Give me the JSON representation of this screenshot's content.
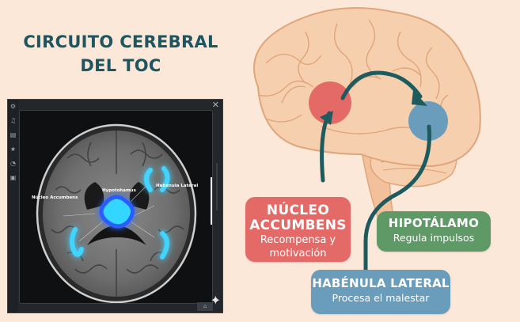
{
  "title": {
    "line1": "CIRCUITO CEREBRAL",
    "line2": "DEL TOC"
  },
  "viewer": {
    "close_icon": "✕",
    "sidebar_icons": [
      {
        "name": "settings-icon",
        "glyph": "⚙"
      },
      {
        "name": "music-icon",
        "glyph": "♫"
      },
      {
        "name": "audio-icon",
        "glyph": "▤"
      },
      {
        "name": "star-icon",
        "glyph": "★"
      },
      {
        "name": "headset-icon",
        "glyph": "◔"
      },
      {
        "name": "image-icon",
        "glyph": "▣"
      }
    ],
    "bottom_button_icon": "⌂",
    "sparkle_icon": "✦",
    "labels": {
      "hypothalamus": "Hypotohamus",
      "habenula": "Habénula Lateral",
      "nucleo": "Núcleo Accumbens"
    }
  },
  "diagram": {
    "colors": {
      "nucleo": "#e46a68",
      "hipotalamo": "#5e9966",
      "habenula": "#6a9cbb",
      "arrow": "#1e5b5e",
      "brain_fill": "#f6d0ae",
      "brain_stroke": "#e0a57a"
    },
    "nucleo": {
      "heading1": "NÚCLEO",
      "heading2": "ACCUMBENS",
      "sub1": "Recompensa y",
      "sub2": "motivación"
    },
    "hipotalamo": {
      "heading": "HIPOTÁLAMO",
      "sub": "Regula impulsos"
    },
    "habenula": {
      "heading": "HABÉNULA LATERAL",
      "sub": "Procesa el malestar"
    }
  }
}
